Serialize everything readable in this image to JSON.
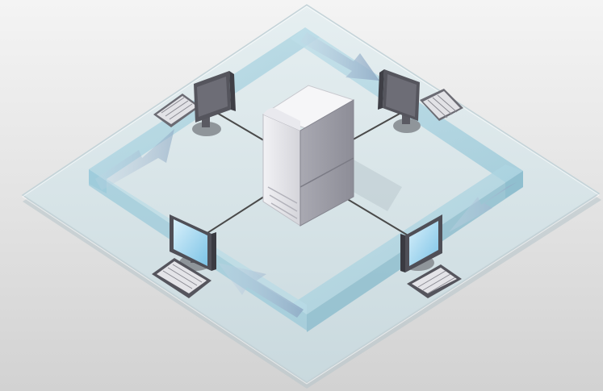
{
  "diagram": {
    "kind": "network-topology-illustration",
    "layout": "isometric-square",
    "flow_direction": "clockwise",
    "nodes": [
      {
        "id": "server",
        "kind": "tower-server",
        "icon": "server-tower-icon",
        "position_label": "center"
      },
      {
        "id": "workstation-top-left",
        "kind": "workstation",
        "icon": "monitor-icon",
        "screen": "back-facing",
        "position_label": "top-left"
      },
      {
        "id": "workstation-top-right",
        "kind": "workstation",
        "icon": "monitor-icon",
        "screen": "back-facing",
        "position_label": "top-right"
      },
      {
        "id": "workstation-bottom-left",
        "kind": "workstation",
        "icon": "monitor-icon",
        "screen": "front-facing",
        "position_label": "bottom-left"
      },
      {
        "id": "workstation-bottom-right",
        "kind": "workstation",
        "icon": "monitor-icon",
        "screen": "front-facing",
        "position_label": "bottom-right"
      }
    ],
    "links": [
      {
        "from": "server",
        "to": "workstation-top-left",
        "kind": "cable"
      },
      {
        "from": "server",
        "to": "workstation-top-right",
        "kind": "cable"
      },
      {
        "from": "server",
        "to": "workstation-bottom-left",
        "kind": "cable"
      },
      {
        "from": "server",
        "to": "workstation-bottom-right",
        "kind": "cable"
      }
    ],
    "flow_arrows": [
      {
        "from": "workstation-top-left",
        "to": "workstation-top-right"
      },
      {
        "from": "workstation-top-right",
        "to": "workstation-bottom-right"
      },
      {
        "from": "workstation-bottom-right",
        "to": "workstation-bottom-left"
      },
      {
        "from": "workstation-bottom-left",
        "to": "workstation-top-left"
      }
    ],
    "colors": {
      "background_top": "#f4f4f4",
      "background_bottom": "#d2d2d2",
      "platform": "#d7e4e8",
      "flow_band": "#a9d3e0",
      "arrow": "#9fb4cc",
      "server": "#e6e6ea",
      "monitor_dark": "#5f5f66",
      "monitor_screen": "#9dd4ef",
      "cable": "#4a4a4a"
    }
  }
}
